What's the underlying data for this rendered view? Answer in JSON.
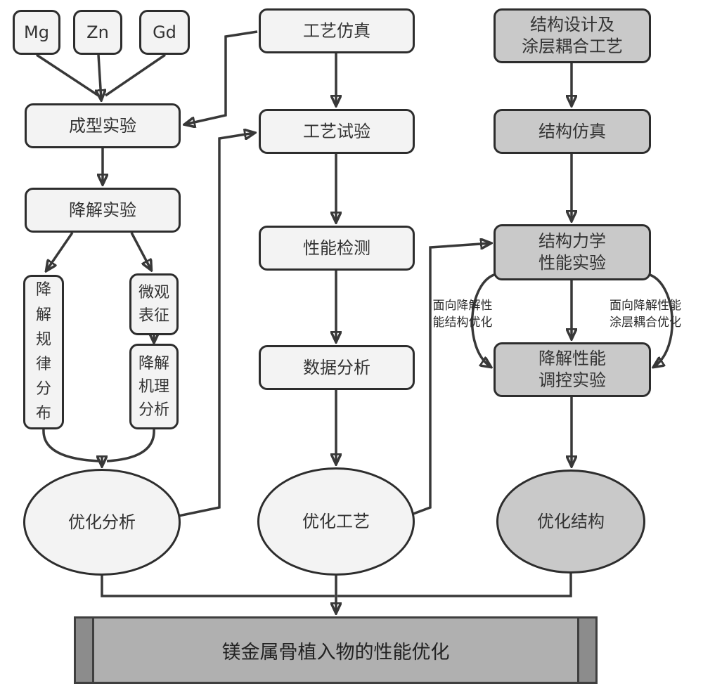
{
  "colors": {
    "light_fill": "#f3f3f3",
    "gray_fill": "#c9c9c9",
    "border": "#2d2d2d",
    "arrow": "#383838",
    "text": "#333333",
    "bar_fill": "#b0b0b0",
    "bar_cap": "#8c8c8c",
    "bar_border": "#3f3f3f"
  },
  "nodes": {
    "mg": {
      "label": "Mg"
    },
    "zn": {
      "label": "Zn"
    },
    "gd": {
      "label": "Gd"
    },
    "forming_experiment": {
      "label": "成型实验"
    },
    "degradation_experiment": {
      "label": "降解实验"
    },
    "degradation_law_distribution": {
      "label": "降\n解\n规\n律\n分\n布"
    },
    "micro_characterization": {
      "label": "微观\n表征"
    },
    "degradation_mechanism_analysis": {
      "label": "降解\n机理\n分析"
    },
    "optimize_analysis": {
      "label": "优化分析"
    },
    "process_simulation": {
      "label": "工艺仿真"
    },
    "process_trial": {
      "label": "工艺试验"
    },
    "performance_test": {
      "label": "性能检测"
    },
    "data_analysis": {
      "label": "数据分析"
    },
    "optimize_process": {
      "label": "优化工艺"
    },
    "structure_design_coating": {
      "label": "结构设计及\n涂层耦合工艺"
    },
    "structure_simulation": {
      "label": "结构仿真"
    },
    "structure_mechanics_experiment": {
      "label": "结构力学\n性能实验"
    },
    "degradation_control_experiment": {
      "label": "降解性能\n调控实验"
    },
    "optimize_structure": {
      "label": "优化结构"
    }
  },
  "annotations": {
    "left_loop": "面向降解性\n能结构优化",
    "right_loop": "面向降解性能\n涂层耦合优化"
  },
  "bottom_bar": {
    "label": "镁金属骨植入物的性能优化"
  }
}
